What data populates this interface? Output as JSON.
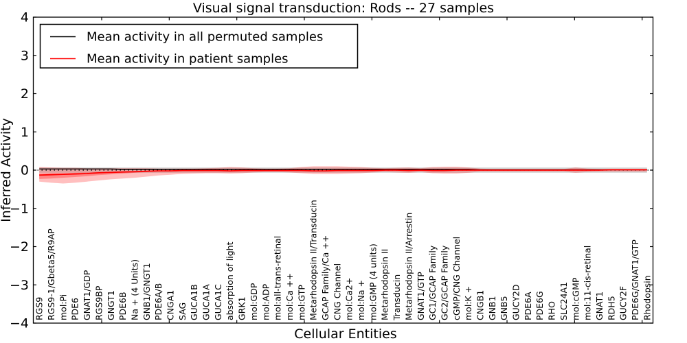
{
  "chart_data": {
    "type": "line",
    "title": "Visual signal transduction: Rods -- 27 samples",
    "xlabel": "Cellular Entities",
    "ylabel": "Inferred Activity",
    "ylim": [
      -4,
      4
    ],
    "yticks": [
      4,
      3,
      2,
      1,
      0,
      -1,
      -2,
      -3,
      -4
    ],
    "grid": false,
    "legend_position": "upper left",
    "categories": [
      "RGS9",
      "RGS9-1/Gbeta5/R9AP",
      "mol:Pi",
      "PDE6",
      "GNAT1/GDP",
      "RGS9BP",
      "GNGT1",
      "PDE6B",
      "Na + (4 Units)",
      "GNB1/GNGT1",
      "PDE6A/B",
      "CNGA1",
      "SAG",
      "GUCA1B",
      "GUCA1A",
      "GUCA1C",
      "absorption of light",
      "GRK1",
      "mol:GDP",
      "mol:ADP",
      "mol:all-trans-retinal",
      "mol:Ca ++",
      "mol:GTP",
      "Metarhodopsin II/Transducin",
      "GCAP Family/Ca ++",
      "CNG Channel",
      "mol:Ca2+",
      "mol:Na +",
      "mol:GMP (4 units)",
      "Metarhodopsin II",
      "Transducin",
      "Metarhodopsin II/Arrestin",
      "GNAT1/GTP",
      "GC1/GCAP Family",
      "GC2/GCAP Family",
      "cGMP/CNG Channel",
      "mol:K +",
      "CNGB1",
      "GNB1",
      "GNB5",
      "GUCY2D",
      "PDE6A",
      "PDE6G",
      "RHO",
      "SLC24A1",
      "mol:cGMP",
      "mol:11-cis-retinal",
      "GNAT1",
      "RDH5",
      "GUCY2F",
      "PDE6G/GNAT1/GTP",
      "Rhodopsin"
    ],
    "series": [
      {
        "name": "Mean activity in all permuted samples",
        "color": "#000000",
        "style": "solid",
        "values": [
          0.03,
          0.03,
          0.03,
          0.03,
          0.03,
          0.03,
          0.03,
          0.02,
          0.02,
          0.02,
          0.02,
          0.02,
          0.02,
          0.02,
          0.02,
          0.02,
          0.02,
          0.02,
          0.02,
          0.02,
          0.02,
          0.02,
          0.02,
          0.02,
          0.02,
          0.02,
          0.02,
          0.02,
          0.02,
          0.02,
          0.02,
          0.02,
          0.02,
          0.02,
          0.02,
          0.02,
          0.02,
          0.01,
          0.01,
          0.01,
          0.01,
          0.01,
          0.01,
          0.01,
          0.01,
          0.01,
          0.01,
          0.01,
          0.01,
          0.01,
          0.01,
          0.01
        ]
      },
      {
        "name": "Mean activity in patient samples",
        "color": "#ff0000",
        "style": "solid",
        "values": [
          -0.13,
          -0.12,
          -0.11,
          -0.1,
          -0.09,
          -0.07,
          -0.06,
          -0.05,
          -0.04,
          -0.03,
          -0.02,
          -0.02,
          -0.01,
          -0.01,
          -0.01,
          -0.01,
          -0.02,
          -0.01,
          -0.01,
          -0.01,
          -0.01,
          -0.01,
          -0.01,
          -0.02,
          -0.02,
          -0.01,
          -0.01,
          -0.01,
          -0.01,
          0.0,
          0.0,
          -0.01,
          0.0,
          -0.01,
          -0.01,
          0.0,
          0.0,
          0.0,
          0.0,
          0.0,
          0.0,
          0.0,
          0.0,
          0.0,
          0.0,
          0.0,
          0.0,
          0.0,
          0.01,
          0.01,
          0.01,
          0.01
        ]
      }
    ],
    "bands": [
      {
        "name": "permuted-samples-envelope",
        "color": "#b0b0b0",
        "opacity": 0.5,
        "constant_upper": 0.07,
        "constant_lower": -0.07
      },
      {
        "name": "patient-samples-envelope",
        "color": "#ff0000",
        "opacity": 0.25,
        "upper": [
          0.08,
          0.07,
          0.06,
          0.06,
          0.05,
          0.05,
          0.05,
          0.05,
          0.05,
          0.05,
          0.04,
          0.04,
          0.04,
          0.04,
          0.05,
          0.06,
          0.08,
          0.07,
          0.05,
          0.04,
          0.04,
          0.05,
          0.08,
          0.1,
          0.1,
          0.1,
          0.09,
          0.08,
          0.06,
          0.05,
          0.06,
          0.07,
          0.05,
          0.08,
          0.09,
          0.09,
          0.07,
          0.04,
          0.03,
          0.03,
          0.03,
          0.03,
          0.03,
          0.03,
          0.03,
          0.07,
          0.04,
          0.03,
          0.03,
          0.03,
          0.03,
          0.03
        ],
        "lower": [
          -0.3,
          -0.33,
          -0.35,
          -0.33,
          -0.3,
          -0.27,
          -0.24,
          -0.22,
          -0.2,
          -0.17,
          -0.14,
          -0.12,
          -0.1,
          -0.09,
          -0.08,
          -0.08,
          -0.09,
          -0.08,
          -0.06,
          -0.05,
          -0.05,
          -0.06,
          -0.08,
          -0.1,
          -0.1,
          -0.1,
          -0.09,
          -0.08,
          -0.06,
          -0.05,
          -0.06,
          -0.07,
          -0.05,
          -0.08,
          -0.09,
          -0.09,
          -0.07,
          -0.04,
          -0.04,
          -0.04,
          -0.04,
          -0.04,
          -0.04,
          -0.04,
          -0.04,
          -0.07,
          -0.05,
          -0.04,
          -0.04,
          -0.04,
          -0.04,
          -0.04
        ]
      },
      {
        "name": "patient-samples-inner-envelope",
        "color": "#ff0000",
        "opacity": 0.3,
        "upper": [
          -0.09,
          -0.08,
          -0.08,
          -0.07,
          -0.06,
          -0.05,
          -0.04,
          -0.03,
          -0.03,
          -0.02,
          -0.01,
          -0.02,
          -0.01,
          -0.01,
          -0.01,
          -0.01,
          -0.02,
          -0.01,
          -0.01,
          -0.01,
          -0.01,
          -0.01,
          -0.01,
          -0.02,
          -0.02,
          -0.01,
          -0.01,
          -0.01,
          -0.01,
          0.0,
          0.0,
          -0.01,
          0.0,
          -0.01,
          -0.01,
          0.0,
          0.0,
          0.0,
          0.0,
          0.0,
          0.0,
          0.0,
          0.0,
          0.0,
          0.0,
          0.0,
          0.0,
          0.0,
          0.01,
          0.01,
          0.01,
          0.01
        ],
        "lower": [
          -0.23,
          -0.22,
          -0.2,
          -0.18,
          -0.16,
          -0.13,
          -0.11,
          -0.09,
          -0.07,
          -0.05,
          -0.03,
          -0.02,
          -0.01,
          -0.01,
          -0.01,
          -0.01,
          -0.02,
          -0.01,
          -0.01,
          -0.01,
          -0.01,
          -0.01,
          -0.01,
          -0.02,
          -0.02,
          -0.01,
          -0.01,
          -0.01,
          -0.01,
          0.0,
          0.0,
          -0.01,
          0.0,
          -0.01,
          -0.01,
          0.0,
          0.0,
          0.0,
          0.0,
          0.0,
          0.0,
          0.0,
          0.0,
          0.0,
          0.0,
          0.0,
          0.0,
          0.0,
          0.01,
          0.01,
          0.01,
          0.01
        ]
      }
    ],
    "zero_line": {
      "color": "#000000",
      "style": "dotted",
      "y": 0
    }
  },
  "legend": {
    "entries": [
      {
        "label": "Mean activity in all permuted samples",
        "color": "#000000"
      },
      {
        "label": "Mean activity in patient samples",
        "color": "#ff0000"
      }
    ]
  }
}
